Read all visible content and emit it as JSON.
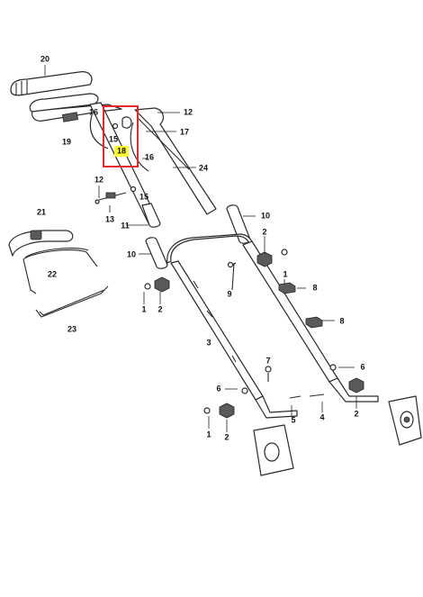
{
  "callouts": {
    "c20": "20",
    "c12a": "12",
    "c16a": "16",
    "c15a": "15",
    "c17": "17",
    "c18": "18",
    "c19": "19",
    "c16b": "16",
    "c24": "24",
    "c12b": "12",
    "c15b": "15",
    "c13": "13",
    "c11": "11",
    "c10a": "10",
    "c21": "21",
    "c2a": "2",
    "c10b": "10",
    "c22": "22",
    "c9": "9",
    "c1a": "1",
    "c8a": "8",
    "c1b": "1",
    "c2b": "2",
    "c23": "23",
    "c8b": "8",
    "c3": "3",
    "c7": "7",
    "c6a": "6",
    "c6b": "6",
    "c5": "5",
    "c4": "4",
    "c2c": "2",
    "c1c": "1",
    "c2d": "2"
  },
  "highlight": {
    "color": "#e4272b",
    "marker_color": "#ffff33",
    "part": "18"
  }
}
